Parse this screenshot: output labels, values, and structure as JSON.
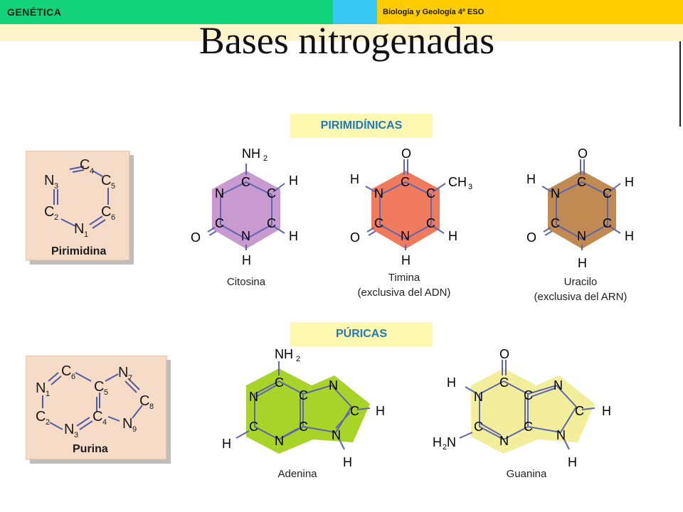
{
  "header": {
    "topic": "GENÉTICA",
    "course": "Biología y Geología 4º ESO"
  },
  "title": "Bases nitrogenadas",
  "sections": {
    "pyrimidines": "PIRIMIDÍNICAS",
    "purines": "PÚRICAS"
  },
  "reference_structures": {
    "pyrimidine": {
      "caption": "Pirimidina",
      "atoms": {
        "c4": "C",
        "c4_num": "4",
        "n3": "N",
        "n3_num": "3",
        "c5": "C",
        "c5_num": "5",
        "c2": "C",
        "c2_num": "2",
        "c6": "C",
        "c6_num": "6",
        "n1": "N",
        "n1_num": "1"
      }
    },
    "purine": {
      "caption": "Purina",
      "atoms": {
        "c6": "C",
        "c6_num": "6",
        "n7": "N",
        "n7_num": "7",
        "n1": "N",
        "n1_num": "1",
        "c5": "C",
        "c5_num": "5",
        "c8": "C",
        "c8_num": "8",
        "c2": "C",
        "c2_num": "2",
        "c4": "C",
        "c4_num": "4",
        "n3": "N",
        "n3_num": "3",
        "n9": "N",
        "n9_num": "9"
      }
    }
  },
  "molecules": {
    "citosina": {
      "name": "Citosina",
      "color": "#c99ad0",
      "substituents": {
        "top": "NH",
        "top_sub": "2",
        "right_up": "H",
        "right_down": "H",
        "left": "O",
        "bottom": "H"
      }
    },
    "timina": {
      "name": "Timina",
      "note": "(exclusiva del ADN)",
      "color": "#f07a5e",
      "substituents": {
        "top": "O",
        "left_up": "H",
        "right_up": "CH",
        "right_up_sub": "3",
        "right_down": "H",
        "left": "O",
        "bottom": "H"
      }
    },
    "uracilo": {
      "name": "Uracilo",
      "note": "(exclusiva del ARN)",
      "color": "#c08a52",
      "substituents": {
        "top": "O",
        "left_up": "H",
        "right_up": "H",
        "right_down": "H",
        "left": "O",
        "bottom": "H"
      }
    },
    "adenina": {
      "name": "Adenina",
      "color": "#a8d42a",
      "substituents": {
        "top": "NH",
        "top_sub": "2",
        "right": "H",
        "bottom_left": "H",
        "bottom_right": "H"
      }
    },
    "guanina": {
      "name": "Guanina",
      "color": "#f2ee9c",
      "substituents": {
        "top": "O",
        "left_up": "H",
        "left_down": "H",
        "left_down_sub": "2",
        "left_down_n": "N",
        "right": "H",
        "bottom_right": "H"
      }
    }
  },
  "atom_labels": {
    "C": "C",
    "N": "N"
  }
}
